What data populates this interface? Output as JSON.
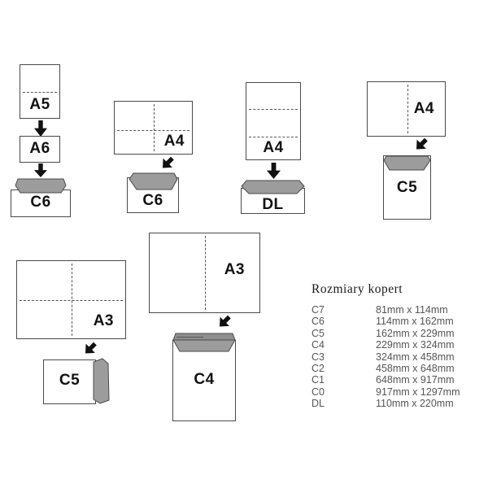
{
  "diagram": {
    "group1": {
      "paper_top": "A5",
      "paper_bottom": "A6",
      "envelope": "C6"
    },
    "group2": {
      "paper": "A4",
      "envelope": "C6"
    },
    "group3": {
      "paper": "A4",
      "envelope": "DL"
    },
    "group4": {
      "paper": "A4",
      "envelope": "C5"
    },
    "group5": {
      "paper": "A3",
      "envelope": "C5"
    },
    "group6": {
      "paper": "A3",
      "envelope": "C4"
    }
  },
  "table": {
    "title": "Rozmiary kopert",
    "rows": [
      {
        "code": "C7",
        "size": "81mm x 114mm"
      },
      {
        "code": "C6",
        "size": "114mm x 162mm"
      },
      {
        "code": "C5",
        "size": "162mm x 229mm"
      },
      {
        "code": "C4",
        "size": "229mm x 324mm"
      },
      {
        "code": "C3",
        "size": "324mm x 458mm"
      },
      {
        "code": "C2",
        "size": "458mm x 648mm"
      },
      {
        "code": "C1",
        "size": "648mm x 917mm"
      },
      {
        "code": "C0",
        "size": "917mm x 1297mm"
      },
      {
        "code": "DL",
        "size": "110mm x 220mm"
      }
    ]
  },
  "colors": {
    "flap_gray": "#9c9c9c",
    "flap_dark": "#8f8f8f",
    "outline": "#4a4a4a",
    "arrow_black": "#111111",
    "table_text": "#555555"
  }
}
